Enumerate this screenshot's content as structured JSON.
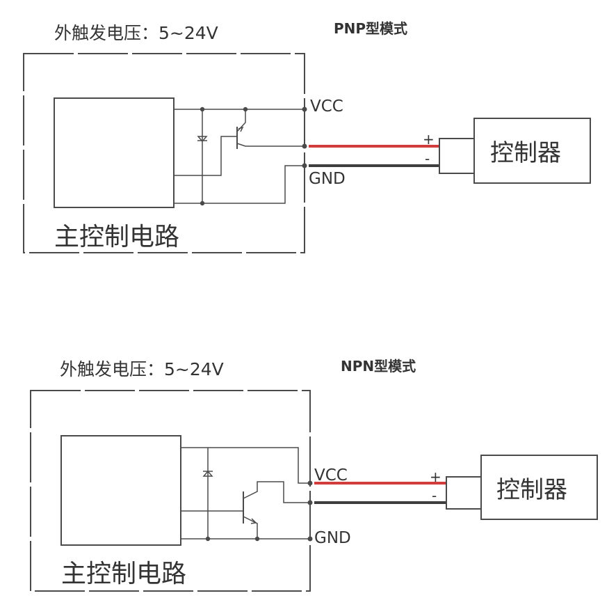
{
  "pnp": {
    "voltage_label": "外触发电压：5~24V",
    "mode_label": "PNP型模式",
    "main_circuit_label": "主控制电路",
    "vcc_label": "VCC",
    "gnd_label": "GND",
    "controller_label": "控制器",
    "plus_label": "+",
    "minus_label": "-"
  },
  "npn": {
    "voltage_label": "外触发电压：5~24V",
    "mode_label": "NPN型模式",
    "main_circuit_label": "主控制电路",
    "vcc_label": "VCC",
    "gnd_label": "GND",
    "controller_label": "控制器",
    "plus_label": "+",
    "minus_label": "-"
  },
  "colors": {
    "wire": "#4a4a4a",
    "positive_wire": "#d23c3c",
    "negative_wire": "#3e3e3e"
  }
}
